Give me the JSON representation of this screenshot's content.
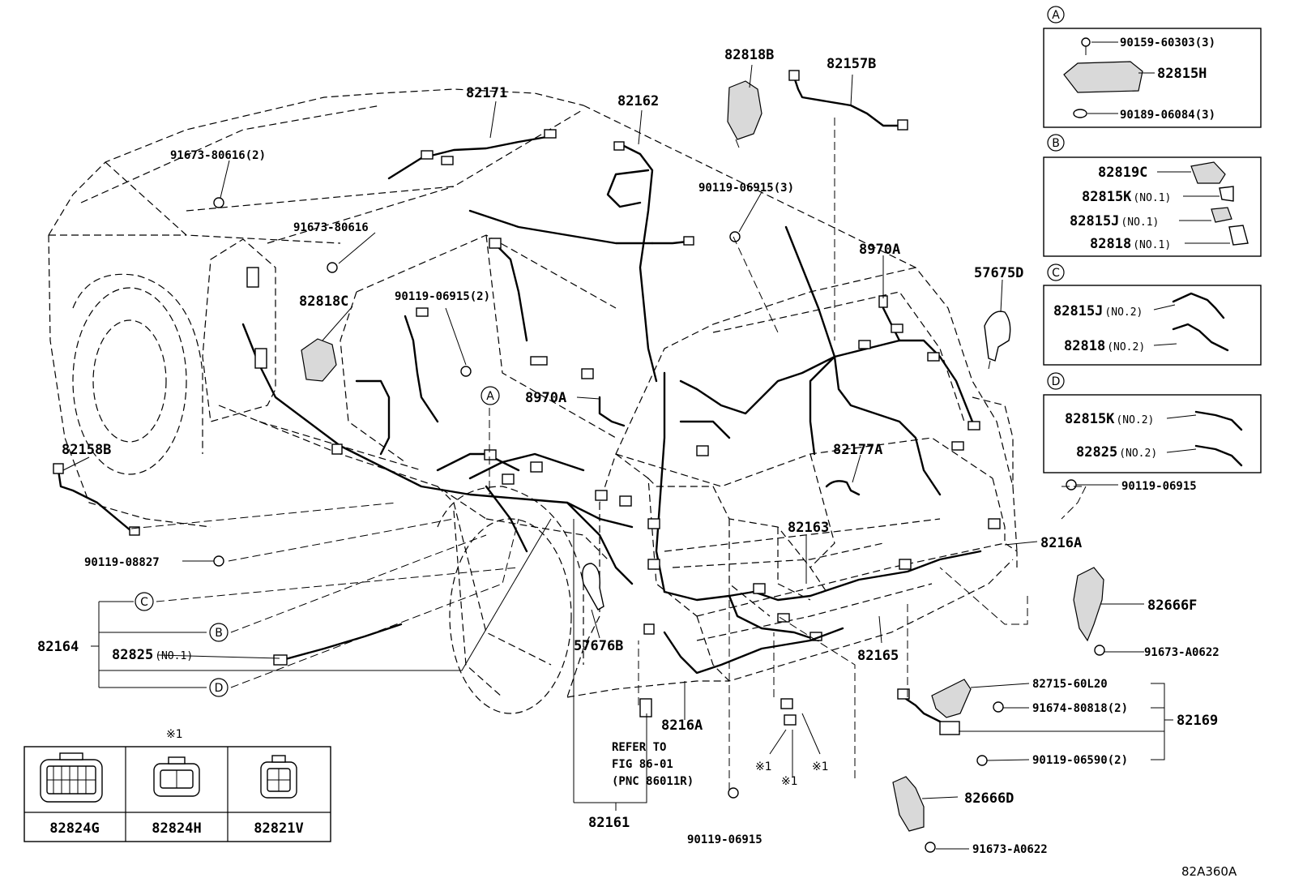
{
  "parts": {
    "p82171": "82171",
    "p82162": "82162",
    "p82818B": "82818B",
    "p82157B": "82157B",
    "p91673_80616_2": "91673-80616(2)",
    "p90119_06915_3": "90119-06915(3)",
    "p91673_80616": "91673-80616",
    "p8970A_top": "8970A",
    "p82818C": "82818C",
    "p90119_06915_2": "90119-06915(2)",
    "p57675D": "57675D",
    "p8970A_mid": "8970A",
    "p82158B": "82158B",
    "p82177A": "82177A",
    "p82163": "82163",
    "p8216A_right": "8216A",
    "p90119_08827": "90119-08827",
    "p82164": "82164",
    "p82825_no1": "82825",
    "p82825_no1_sfx": "(NO.1)",
    "p57676B": "57676B",
    "p82165": "82165",
    "p82666F": "82666F",
    "p91673_A0622_right": "91673-A0622",
    "p8216A_bottom": "8216A",
    "p82715_60L20": "82715-60L20",
    "p91674_80818_2": "91674-80818(2)",
    "p82169": "82169",
    "p90119_06590_2": "90119-06590(2)",
    "p82666D": "82666D",
    "p91673_A0622_bottom": "91673-A0622",
    "p82161": "82161",
    "p90119_06915_bottom": "90119-06915",
    "p90119_06915_right": "90119-06915"
  },
  "refer": {
    "line1": "REFER TO",
    "line2": "FIG 86-01",
    "line3": "(PNC 86011R)"
  },
  "marks": {
    "note": "※1",
    "A": "A",
    "B": "B",
    "C": "C",
    "D": "D"
  },
  "inset_A": {
    "letter": "A",
    "p90159_60303_3": "90159-60303(3)",
    "p82815H": "82815H",
    "p90189_06084_3": "90189-06084(3)"
  },
  "inset_B": {
    "letter": "B",
    "p82819C": "82819C",
    "p82815K": "82815K",
    "p82815K_sfx": "(NO.1)",
    "p82815J": "82815J",
    "p82815J_sfx": "(NO.1)",
    "p82818": "82818",
    "p82818_sfx": "(NO.1)"
  },
  "inset_C": {
    "letter": "C",
    "p82815J": "82815J",
    "p82815J_sfx": "(NO.2)",
    "p82818": "82818",
    "p82818_sfx": "(NO.2)"
  },
  "inset_D": {
    "letter": "D",
    "p82815K": "82815K",
    "p82815K_sfx": "(NO.2)",
    "p82825": "82825",
    "p82825_sfx": "(NO.2)"
  },
  "connector_table": {
    "note": "※1",
    "items": [
      "82824G",
      "82824H",
      "82821V"
    ]
  },
  "diagram_code": "82A360A"
}
